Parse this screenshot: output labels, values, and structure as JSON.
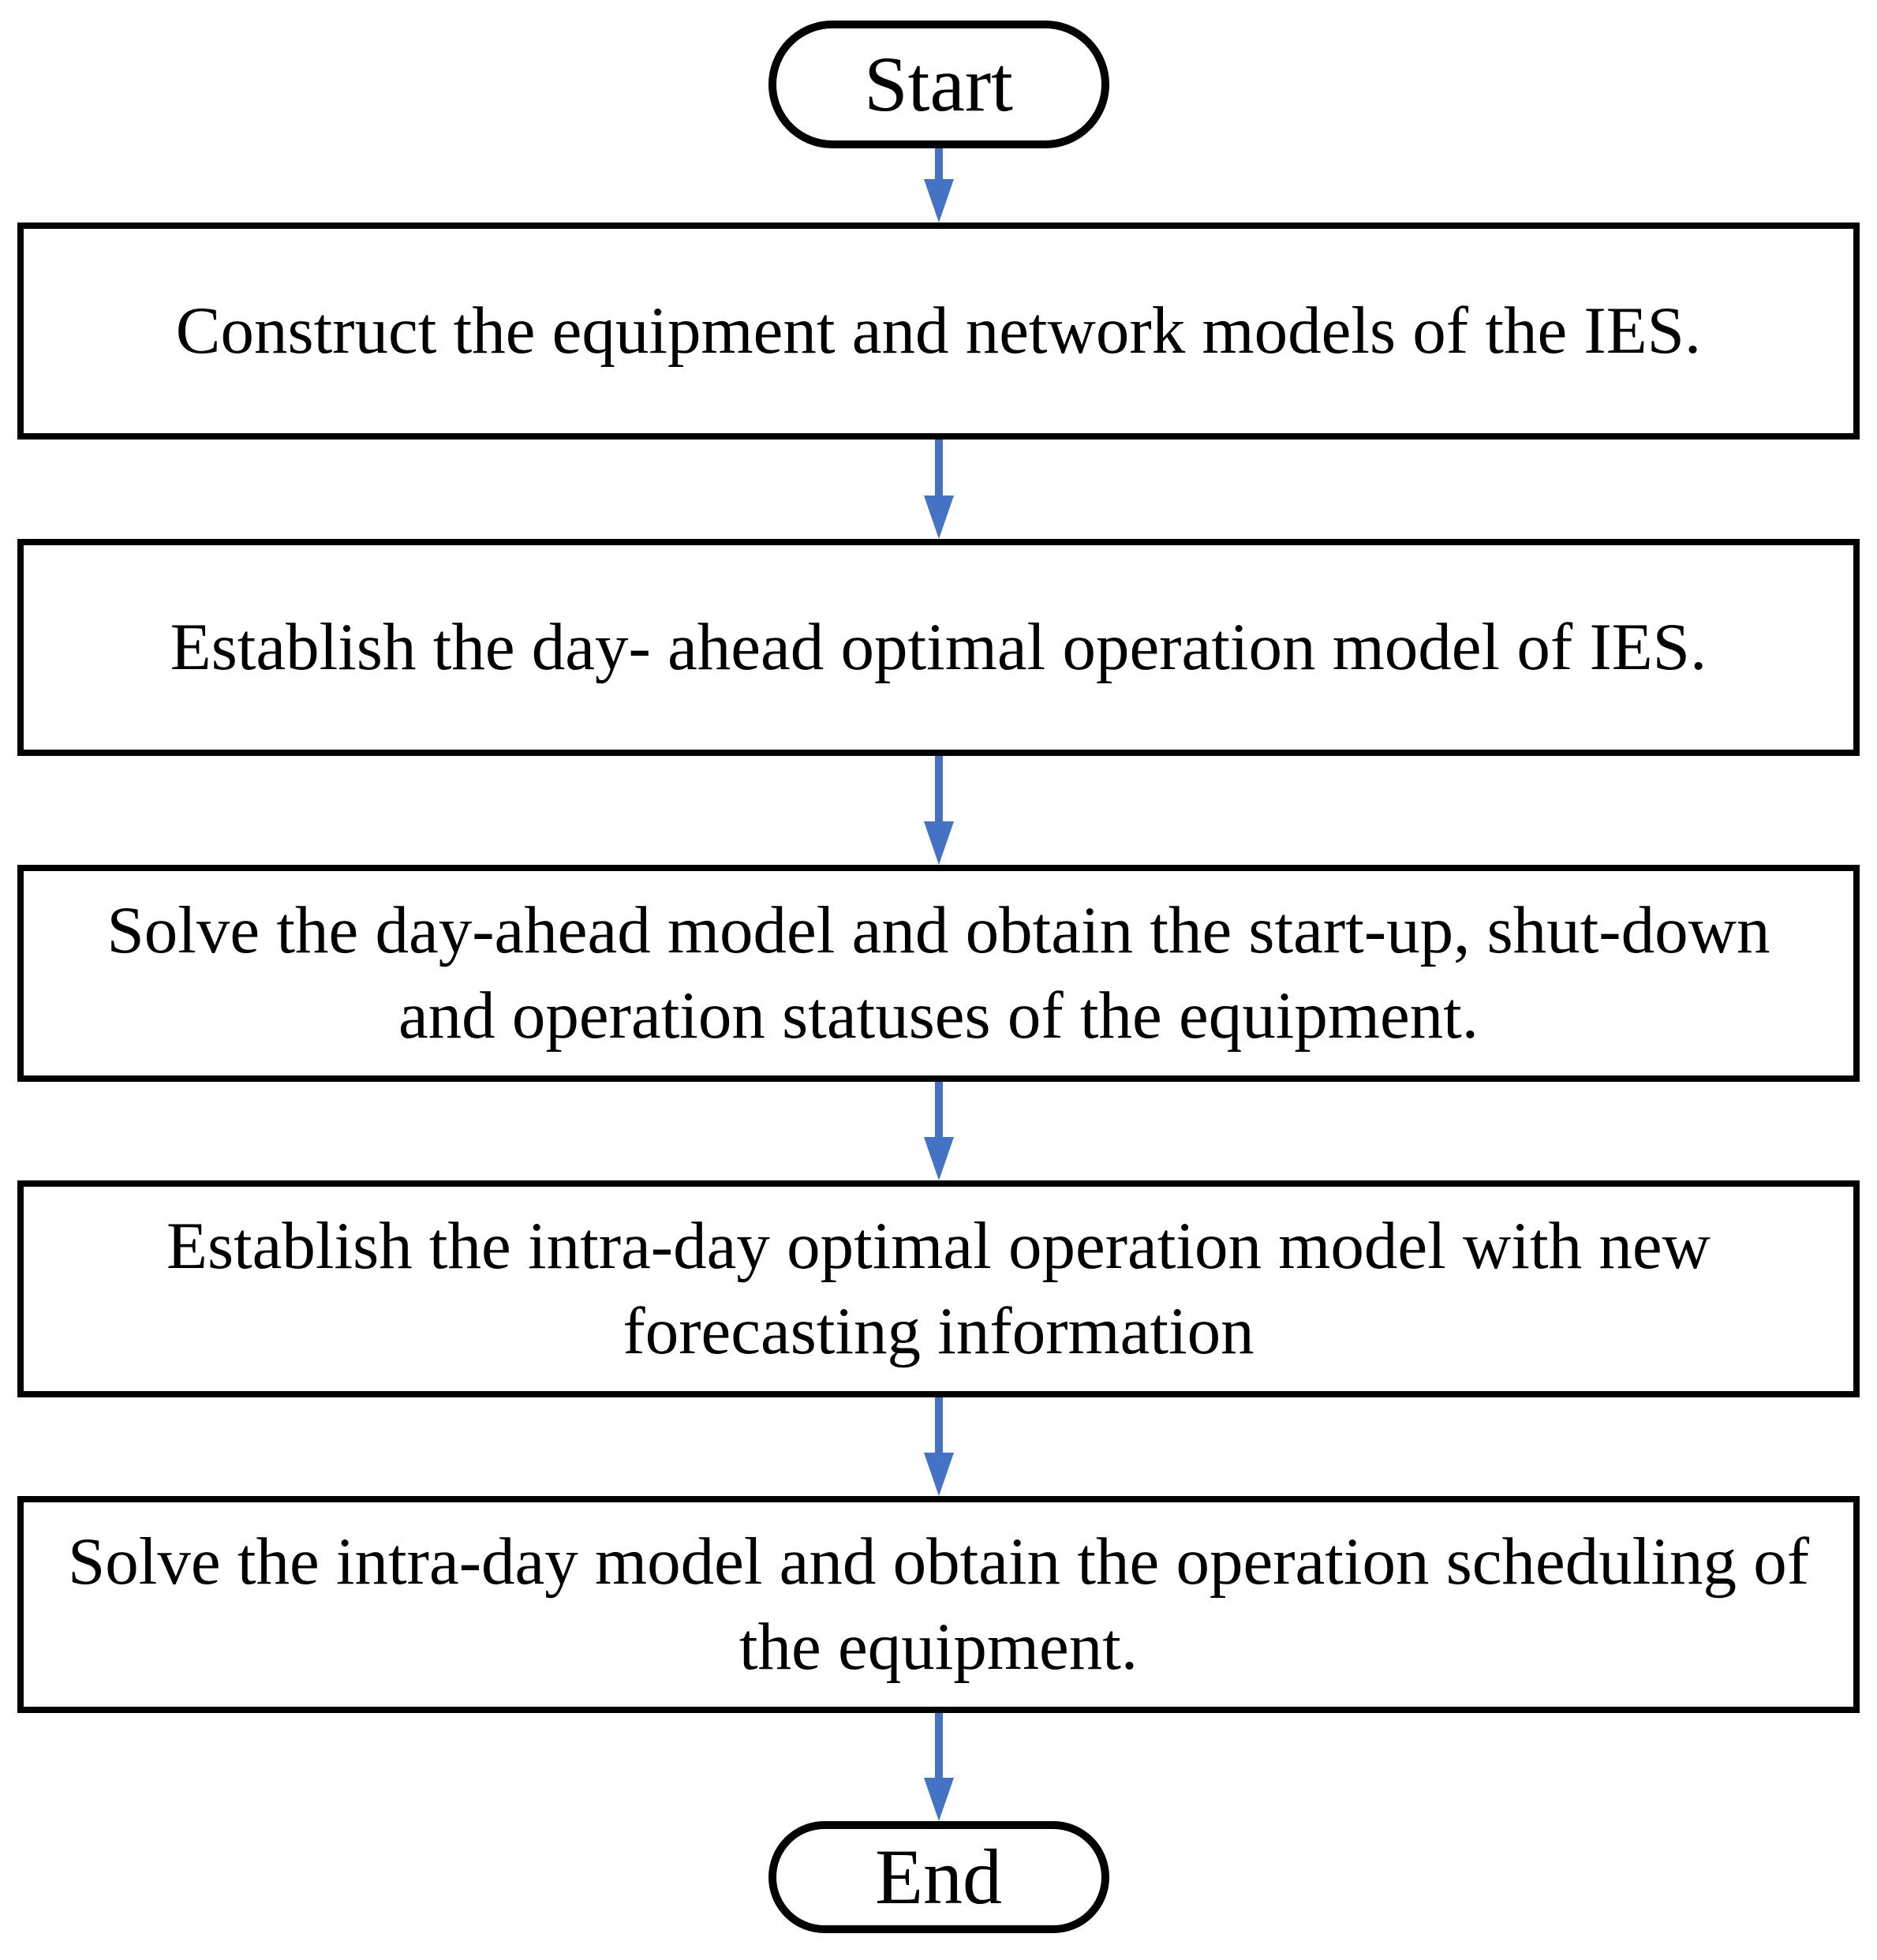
{
  "diagram": {
    "type": "flowchart",
    "direction": "top-down",
    "background_color": "#FFFFFF",
    "node_border_color": "#000000",
    "text_color": "#000000",
    "arrow_color": "#4472C4",
    "nodes": [
      {
        "id": "start",
        "shape": "terminator",
        "label": "Start"
      },
      {
        "id": "step-1",
        "shape": "process",
        "label": "Construct the equipment and network models of the IES."
      },
      {
        "id": "step-2",
        "shape": "process",
        "label": "Establish the day- ahead optimal operation model of IES."
      },
      {
        "id": "step-3",
        "shape": "process",
        "label": "Solve the day-ahead model and obtain the start-up, shut-down and operation statuses of the equipment."
      },
      {
        "id": "step-4",
        "shape": "process",
        "label": "Establish the intra-day optimal operation model with new forecasting information"
      },
      {
        "id": "step-5",
        "shape": "process",
        "label": "Solve the intra-day model and obtain the operation scheduling of the equipment."
      },
      {
        "id": "end",
        "shape": "terminator",
        "label": "End"
      }
    ],
    "edges": [
      {
        "from": "start",
        "to": "step-1"
      },
      {
        "from": "step-1",
        "to": "step-2"
      },
      {
        "from": "step-2",
        "to": "step-3"
      },
      {
        "from": "step-3",
        "to": "step-4"
      },
      {
        "from": "step-4",
        "to": "step-5"
      },
      {
        "from": "step-5",
        "to": "end"
      }
    ]
  }
}
